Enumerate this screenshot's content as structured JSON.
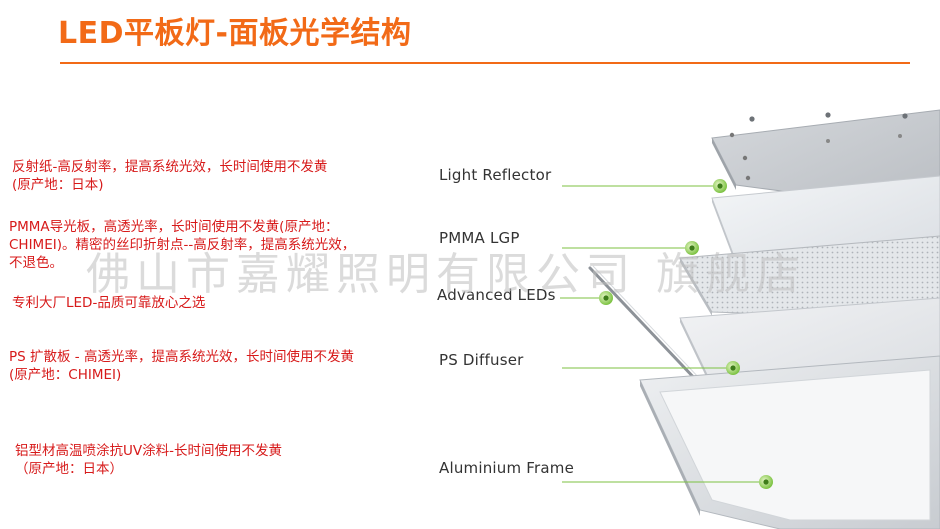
{
  "title": "LED平板灯-面板光学结构",
  "watermark": "佛山市嘉耀照明有限公司 旗舰店",
  "descriptions": [
    {
      "lines": [
        "反射纸-高反射率，提高系统光效，长时间使用不发黄",
        "(原产地：日本)"
      ]
    },
    {
      "lines": [
        "PMMA导光板，高透光率，长时间使用不发黄(原产地：",
        "CHIMEI)。精密的丝印折射点--高反射率，提高系统光效，",
        "不退色。"
      ]
    },
    {
      "lines": [
        "专利大厂LED-品质可靠放心之选"
      ]
    },
    {
      "lines": [
        "PS 扩散板 - 高透光率，提高系统光效，长时间使用不发黄",
        "(原产地：CHIMEI)"
      ]
    },
    {
      "lines": [
        "铝型材高温喷涂抗UV涂料-长时间使用不发黄",
        "（原产地：日本）"
      ]
    }
  ],
  "layers": [
    {
      "label": "Light Reflector"
    },
    {
      "label": "PMMA LGP"
    },
    {
      "label": "Advanced LEDs"
    },
    {
      "label": "PS Diffuser"
    },
    {
      "label": "Aluminium Frame"
    }
  ],
  "colors": {
    "accent": "#f26a17",
    "desc_text": "#d71a1a",
    "leader": "#7cc242"
  }
}
